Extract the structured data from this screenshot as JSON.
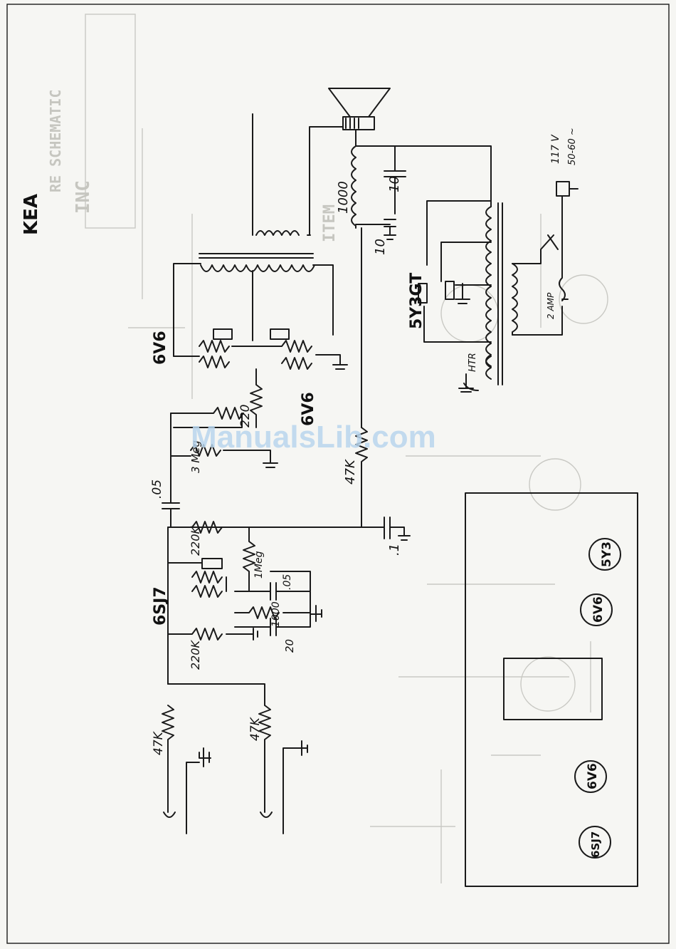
{
  "title": "KEA",
  "watermark": "ManualsLib.com",
  "bleed_through_text": [
    "INC",
    "RE SCHEMATIC",
    "ITEM"
  ],
  "tubes": {
    "output_a": "6V6",
    "output_b": "6V6",
    "preamp": "6SJ7",
    "rectifier": "5Y3GT"
  },
  "components": {
    "r_grid_top": "220",
    "r_pot": "3 Meg",
    "c_coupling": ".05",
    "r_plate": "47K",
    "c_filter_main": ".1",
    "r_load_a": "220K",
    "r_load_b": "220K",
    "r_meg": "1Meg",
    "c_bypass": ".05",
    "r_cathode": "1000",
    "c_cathode": "20",
    "r_input_a": "47K",
    "r_input_b": "47K",
    "speaker_field": "1000",
    "c_filter_a": "10",
    "c_filter_b": "10",
    "heater": "HTR",
    "fuse": "2 AMP",
    "mains": "117 V",
    "mains_freq": "50-60 ~"
  },
  "layout_box": {
    "tubes": [
      "5Y3",
      "6V6",
      "6V6",
      "6SJ7"
    ]
  },
  "colors": {
    "ink": "#1a1a1a",
    "paper": "#f6f6f3",
    "watermark": "#b9d6ee"
  }
}
